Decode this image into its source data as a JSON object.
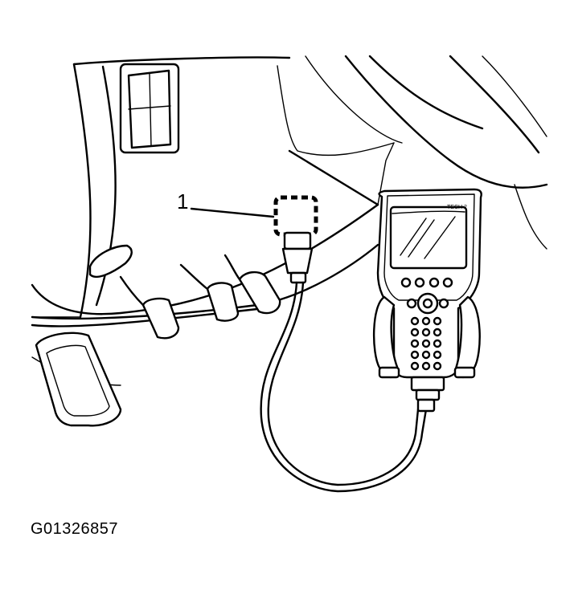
{
  "callouts": [
    {
      "number": "1"
    }
  ],
  "scan_tool": {
    "screen_label": "TECH 2"
  },
  "figure_id": "G01326857"
}
